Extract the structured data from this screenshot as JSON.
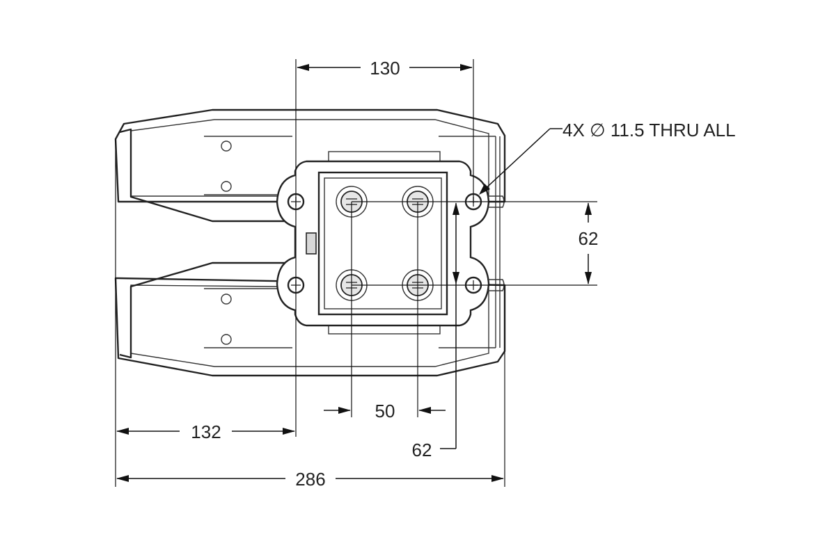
{
  "dimensions": {
    "top_width": "130",
    "hole_callout": "4X ∅ 11.5 THRU ALL",
    "right_vertical": "62",
    "bolt_spacing": "50",
    "lower_vertical": "62",
    "left_offset": "132",
    "overall_width": "286"
  }
}
